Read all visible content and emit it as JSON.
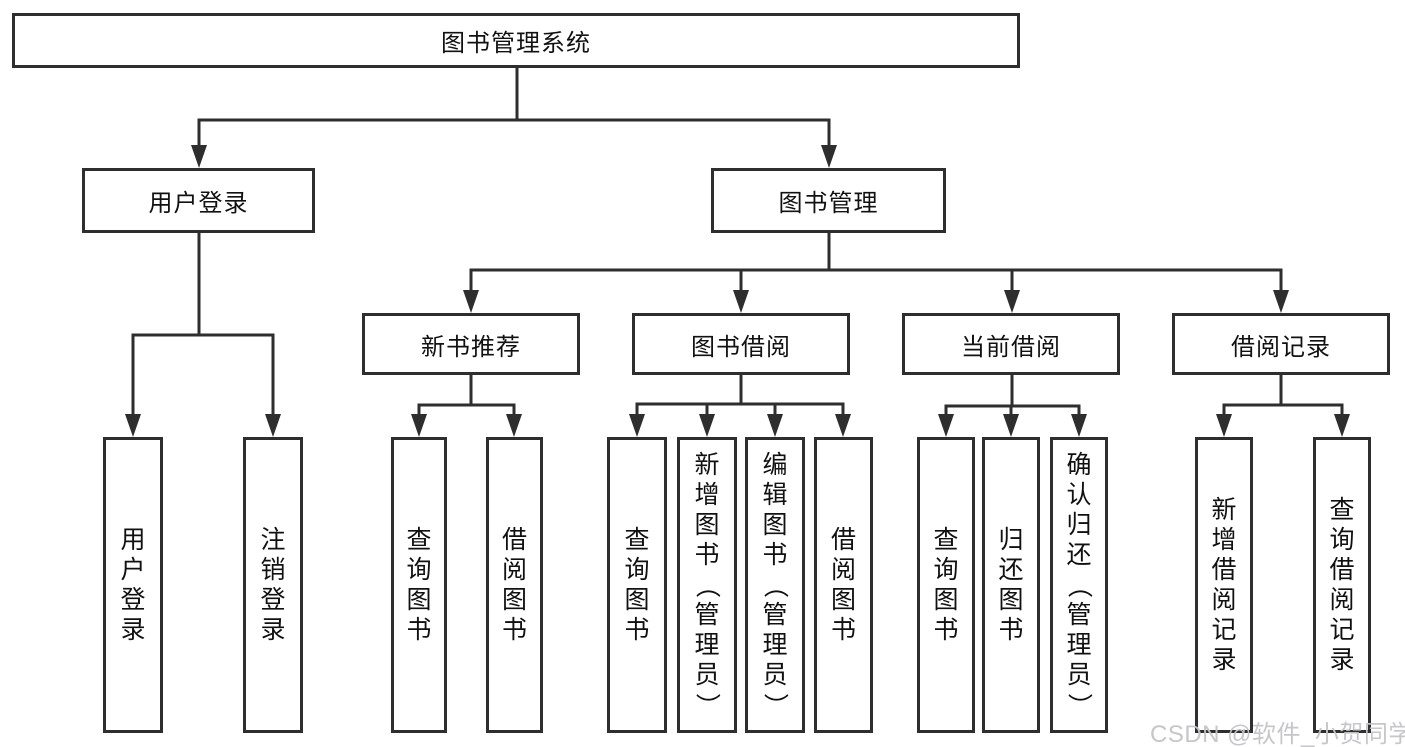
{
  "root": {
    "label": "图书管理系统"
  },
  "branches": [
    {
      "label": "用户登录",
      "children": [
        {
          "label": "用户登录"
        },
        {
          "label": "注销登录"
        }
      ]
    },
    {
      "label": "图书管理",
      "children": [
        {
          "label": "新书推荐",
          "children": [
            {
              "label": "查询图书"
            },
            {
              "label": "借阅图书"
            }
          ]
        },
        {
          "label": "图书借阅",
          "children": [
            {
              "label": "查询图书"
            },
            {
              "label": "新增图书（管理员）"
            },
            {
              "label": "编辑图书（管理员）"
            },
            {
              "label": "借阅图书"
            }
          ]
        },
        {
          "label": "当前借阅",
          "children": [
            {
              "label": "查询图书"
            },
            {
              "label": "归还图书"
            },
            {
              "label": "确认归还（管理员）"
            }
          ]
        },
        {
          "label": "借阅记录",
          "children": [
            {
              "label": "新增借阅记录"
            },
            {
              "label": "查询借阅记录"
            }
          ]
        }
      ]
    }
  ],
  "watermark": "CSDN @软件_小贺同学",
  "colors": {
    "line": "#2e2e2e",
    "text": "#111111",
    "box_background": "#ffffff",
    "watermark": "#c3c3c8"
  }
}
